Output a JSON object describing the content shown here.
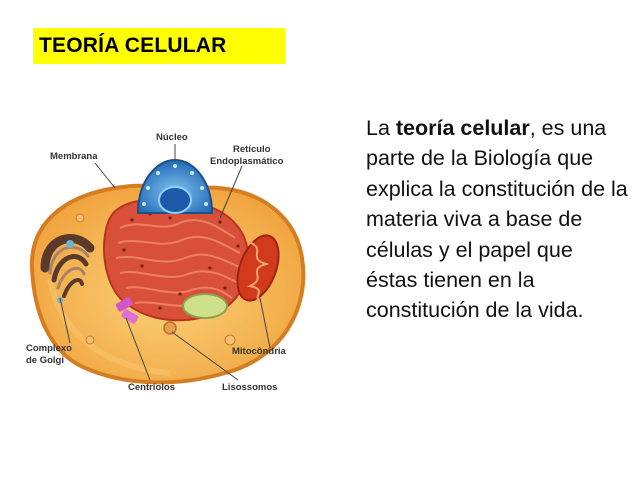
{
  "slide": {
    "title": "TEORÍA CELULAR",
    "paragraph": {
      "prefix": "La ",
      "bold": "teoría celular",
      "suffix": ", es una parte de la Biología que explica la constitución de la materia viva a base de células y el papel que éstas tienen en la constitución de la vida."
    }
  },
  "diagram": {
    "labels": {
      "nucleo": "Núcleo",
      "membrana": "Membrana",
      "reticulo_1": "Retículo",
      "reticulo_2": "Endoplasmático",
      "golgi_1": "Complexo",
      "golgi_2": "de Golgi",
      "mitocondria": "Mitocôndria",
      "centriolos": "Centríolos",
      "lisossomos": "Lisossomos"
    }
  },
  "colors": {
    "title_highlight": "#ffff00",
    "cytoplasm": "#f3b24a",
    "membrane": "#e8932c",
    "nucleus_blue": "#2f7fc8",
    "er_red": "#d84a2e"
  }
}
